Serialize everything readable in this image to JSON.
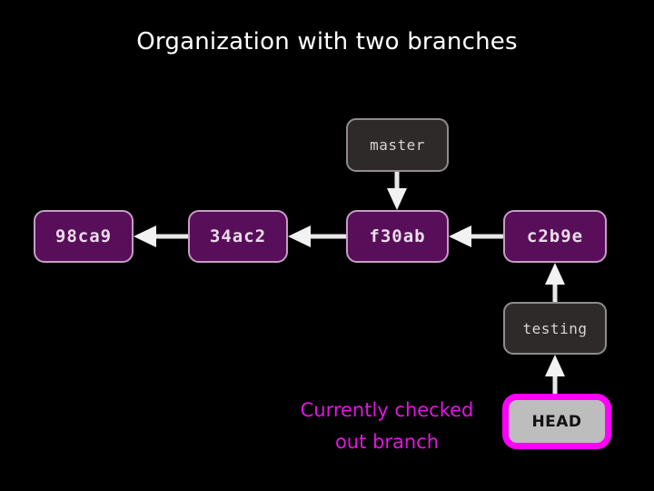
{
  "slide": {
    "title": "Organization with two branches",
    "background_color": "#000000",
    "title_color": "#ffffff"
  },
  "nodes": {
    "master": {
      "label": "master",
      "type": "branch-label",
      "fill": "#2e2a2a",
      "border": "#8d8d8d",
      "text_color": "#d9d4d4"
    },
    "c98ca9": {
      "label": "98ca9",
      "type": "commit",
      "fill": "#590e59",
      "border": "#c49ec4",
      "text_color": "#eadcea"
    },
    "c34ac2": {
      "label": "34ac2",
      "type": "commit",
      "fill": "#590e59",
      "border": "#c49ec4",
      "text_color": "#eadcea"
    },
    "cf30ab": {
      "label": "f30ab",
      "type": "commit",
      "fill": "#590e59",
      "border": "#c49ec4",
      "text_color": "#eadcea"
    },
    "cc2b9e": {
      "label": "c2b9e",
      "type": "commit",
      "fill": "#590e59",
      "border": "#c49ec4",
      "text_color": "#eadcea"
    },
    "testing": {
      "label": "testing",
      "type": "branch-label",
      "fill": "#2e2a2a",
      "border": "#8d8d8d",
      "text_color": "#d9d4d4"
    },
    "head": {
      "label": "HEAD",
      "type": "head",
      "fill": "#bdbdbd",
      "border": "#ff00ff",
      "text_color": "#121212"
    }
  },
  "callout": {
    "line1": "Currently checked",
    "line2": "out branch",
    "color": "#e413e4"
  },
  "arrows": {
    "color": "#e8e8e8",
    "list": [
      {
        "name": "arrow-34ac2-to-98ca9",
        "from": "34ac2",
        "to": "98ca9",
        "direction": "left"
      },
      {
        "name": "arrow-f30ab-to-34ac2",
        "from": "f30ab",
        "to": "34ac2",
        "direction": "left"
      },
      {
        "name": "arrow-c2b9e-to-f30ab",
        "from": "c2b9e",
        "to": "f30ab",
        "direction": "left"
      },
      {
        "name": "arrow-master-to-f30ab",
        "from": "master",
        "to": "f30ab",
        "direction": "down"
      },
      {
        "name": "arrow-testing-to-c2b9e",
        "from": "testing",
        "to": "c2b9e",
        "direction": "up"
      },
      {
        "name": "arrow-head-to-testing",
        "from": "HEAD",
        "to": "testing",
        "direction": "up"
      }
    ]
  }
}
